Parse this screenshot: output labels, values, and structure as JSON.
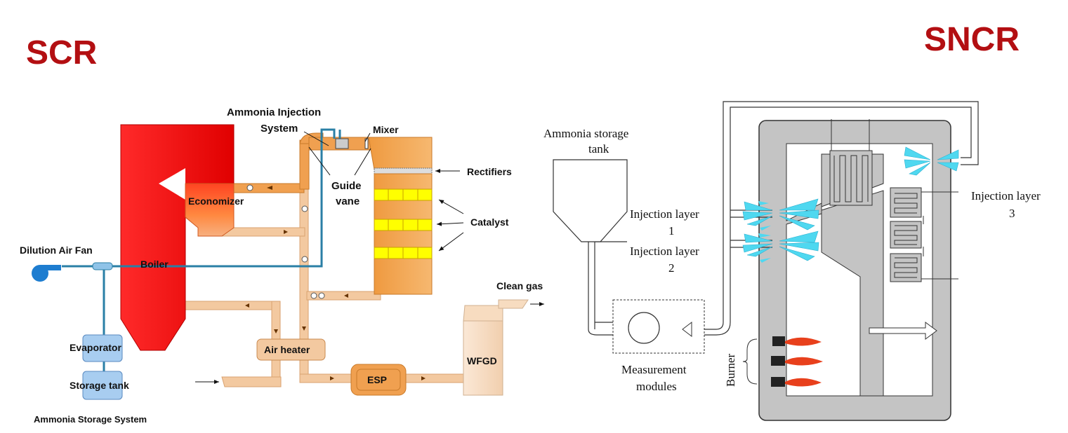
{
  "titles": {
    "left": "SCR",
    "right": "SNCR"
  },
  "colors": {
    "title": "#b30f12",
    "boiler": "#ff1e1e",
    "duct_orange": "#f0a050",
    "duct_light": "#f3c9a0",
    "pipe": "#2a7fa6",
    "catalyst": "#ffff00",
    "furnace": "#c0c0c0",
    "spray": "#4fd8f0",
    "flame": "#e8401c"
  },
  "scr": {
    "ammonia_injection": "Ammonia Injection",
    "system": "System",
    "mixer": "Mixer",
    "rectifiers": "Rectifiers",
    "guide": "Guide",
    "vane": "vane",
    "catalyst": "Catalyst",
    "economizer": "Economizer",
    "dilution_air_fan": "Dilution Air Fan",
    "boiler": "Boiler",
    "clean_gas": "Clean gas",
    "evaporator": "Evaporator",
    "storage_tank": "Storage tank",
    "air_heater": "Air heater",
    "esp": "ESP",
    "wfgd": "WFGD",
    "ammonia_storage_system": "Ammonia Storage System"
  },
  "sncr": {
    "ammonia_storage": "Ammonia storage",
    "tank": "tank",
    "inj1_a": "Injection layer",
    "inj1_b": "1",
    "inj2_a": "Injection layer",
    "inj2_b": "2",
    "inj3_a": "Injection layer",
    "inj3_b": "3",
    "measurement": "Measurement",
    "modules": "modules",
    "burner": "Burner"
  }
}
